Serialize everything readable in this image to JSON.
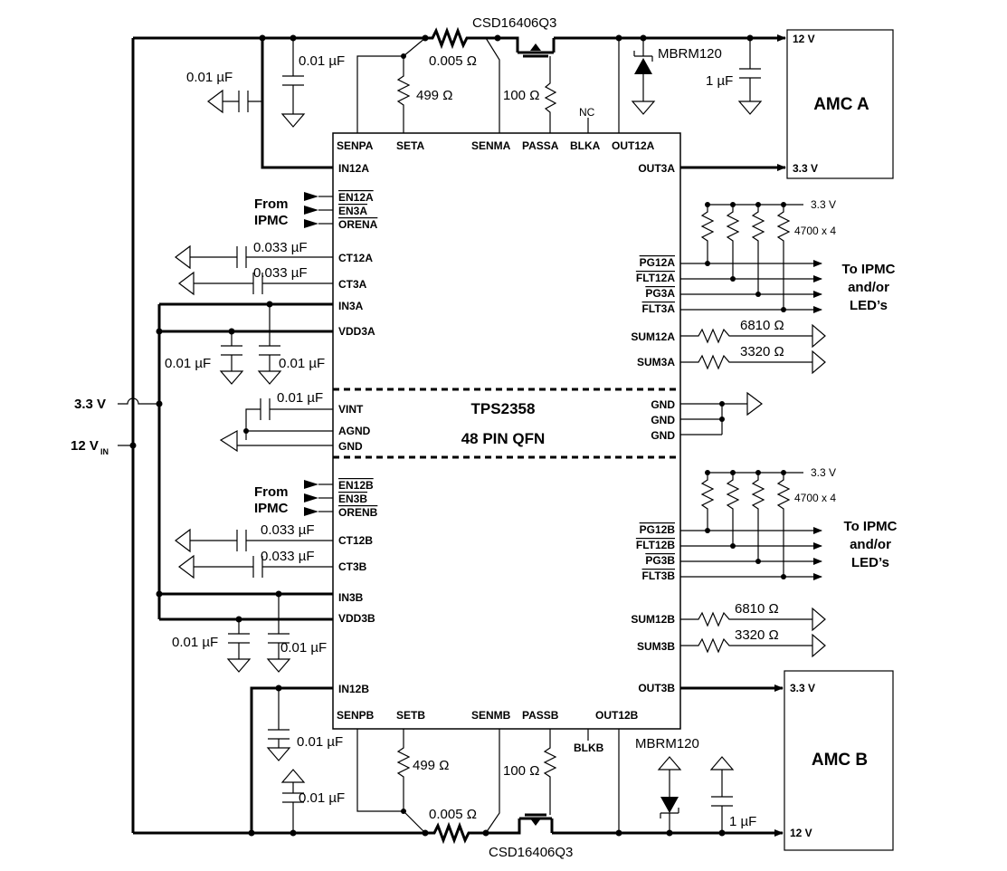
{
  "chip": {
    "name": "TPS2358",
    "package": "48 PIN QFN",
    "pins_top_a": [
      "SENPA",
      "SETA",
      "SENMA",
      "PASSA",
      "BLKA",
      "OUT12A"
    ],
    "pins_left_a": [
      "IN12A",
      "EN12A",
      "EN3A",
      "ORENA",
      "CT12A",
      "CT3A",
      "IN3A",
      "VDD3A"
    ],
    "pins_mid_left": [
      "VINT",
      "AGND",
      "GND"
    ],
    "pins_left_b": [
      "EN12B",
      "EN3B",
      "ORENB",
      "CT12B",
      "CT3B",
      "IN3B",
      "VDD3B",
      "IN12B"
    ],
    "pins_bottom_b": [
      "SENPB",
      "SETB",
      "SENMB",
      "PASSB",
      "OUT12B"
    ],
    "blkb": "BLKB",
    "pins_right_a": [
      "OUT3A",
      "PG12A",
      "FLT12A",
      "PG3A",
      "FLT3A",
      "SUM12A",
      "SUM3A"
    ],
    "pins_mid_right": [
      "GND",
      "GND",
      "GND"
    ],
    "pins_right_b": [
      "PG12B",
      "FLT12B",
      "PG3B",
      "FLT3B",
      "SUM12B",
      "SUM3B",
      "OUT3B"
    ]
  },
  "labels": {
    "mosfet": "CSD16406Q3",
    "sense_res": "0.005 Ω",
    "set_res": "499 Ω",
    "gate_res": "100 Ω",
    "nc": "NC",
    "diode": "MBRM120",
    "out_cap": "1 µF",
    "cap_001": "0.01 µF",
    "cap_0033": "0.033 µF",
    "v12": "12 V",
    "v33": "3.3 V",
    "from_ipmc": [
      "From",
      "IPMC"
    ],
    "to_ipmc": [
      "To IPMC",
      "and/or",
      "LED’s"
    ],
    "pullup": "4700 x 4",
    "r_sum12": "6810 Ω",
    "r_sum3": "3320 Ω",
    "supply_33": "3.3 V",
    "supply_12_main": "12 V",
    "supply_12_sub": "IN"
  },
  "boxes": {
    "a": "AMC A",
    "b": "AMC B"
  },
  "colors": {
    "ink": "#000000",
    "paper": "#ffffff"
  }
}
